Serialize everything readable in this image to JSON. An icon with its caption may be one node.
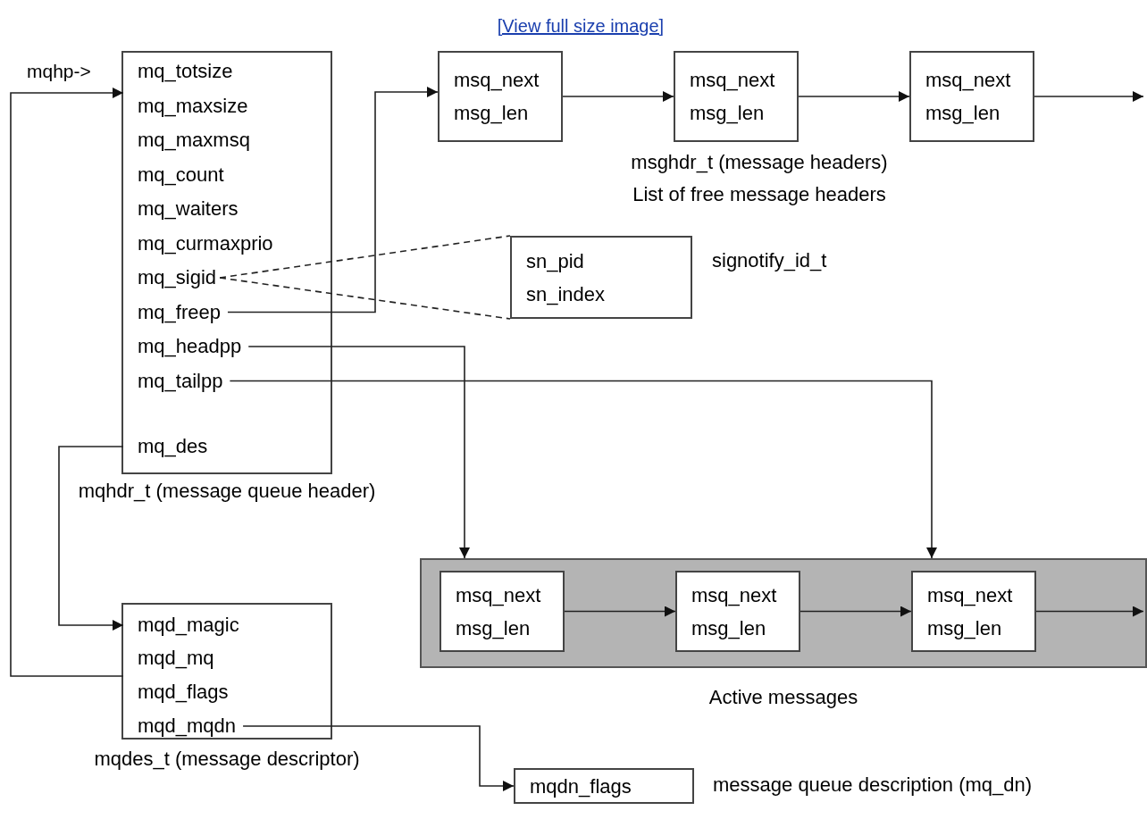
{
  "diagram": {
    "nodes": [
      {
        "text": [],
        "shape": "box",
        "beside": [
          "mqhdr_t (message queue header)"
        ]
      },
      {
        "text": [
          "mq_totsize"
        ],
        "in": 0
      },
      {
        "text": [
          "mq_maxsize"
        ],
        "in": 0
      },
      {
        "text": [
          "mq_maxmsq"
        ],
        "in": 0
      },
      {
        "text": [
          "mq_count"
        ],
        "in": 0
      },
      {
        "text": [
          "mq_waiters"
        ],
        "in": 0
      },
      {
        "text": [
          "mq_curmaxprio"
        ],
        "in": 0
      },
      {
        "text": [
          "mq_sigid"
        ],
        "in": 0
      },
      {
        "text": [
          "mq_freep"
        ],
        "in": 0
      },
      {
        "text": [
          "mq_headpp"
        ],
        "in": 0
      },
      {
        "text": [
          "mq_tailpp"
        ],
        "in": 0
      },
      {
        "text": [
          "mq_des"
        ],
        "in": 0
      },
      {
        "text": [
          "msq_next",
          "msg_len"
        ]
      },
      {
        "text": [
          "msq_next",
          "msg_len"
        ]
      },
      {
        "text": [
          "msq_next",
          "msg_len"
        ]
      },
      {
        "text": [
          "sn_pid",
          "sn_index"
        ],
        "beside": [
          "signotify_id_t"
        ]
      },
      {
        "text": [
          "Active messages"
        ]
      },
      {
        "text": [
          "msq_next",
          "msg_len"
        ],
        "in": 16
      },
      {
        "text": [
          "msq_next",
          "msg_len"
        ],
        "in": 16
      },
      {
        "text": [
          "msq_next",
          "msg_len"
        ],
        "in": 16
      },
      {
        "text": [],
        "shape": "box",
        "beside": [
          "mqdes_t (message descriptor)"
        ]
      },
      {
        "text": [
          "mqd_magic"
        ],
        "in": 20
      },
      {
        "text": [
          "mqd_mq"
        ],
        "in": 20
      },
      {
        "text": [
          "mqd_flags"
        ],
        "in": 20
      },
      {
        "text": [
          "mqd_mqdn"
        ],
        "in": 20
      },
      {
        "text": [
          "mqdn_flags"
        ],
        "beside": [
          "message queue description (mq_dn)"
        ]
      }
    ],
    "edges": [
      {
        "from": 22,
        "to": 1,
        "arrow": "to"
      },
      {
        "from": 11,
        "to": 21,
        "arrow": "to"
      },
      {
        "from": 7,
        "to": 15,
        "arrow": "none",
        "style": "dashed"
      },
      {
        "from": 7,
        "to": 15,
        "arrow": "none",
        "style": "dashed"
      },
      {
        "from": 8,
        "to": 12,
        "arrow": "to"
      },
      {
        "from": 12,
        "to": 13,
        "arrow": "to"
      },
      {
        "from": 13,
        "to": 14,
        "arrow": "to"
      },
      {
        "from": 14,
        "to": null,
        "arrow": "to"
      },
      {
        "from": 9,
        "to": 16,
        "arrow": "to"
      },
      {
        "from": 10,
        "to": 16,
        "arrow": "to"
      },
      {
        "from": 17,
        "to": 18,
        "arrow": "to"
      },
      {
        "from": 18,
        "to": 19,
        "arrow": "to"
      },
      {
        "from": 19,
        "to": null,
        "arrow": "to"
      },
      {
        "from": 24,
        "to": 25,
        "arrow": "to"
      }
    ],
    "labels": [
      "[View full size image]",
      "mqhp->",
      "msghdr_t (message headers)",
      "List of free message headers"
    ]
  }
}
